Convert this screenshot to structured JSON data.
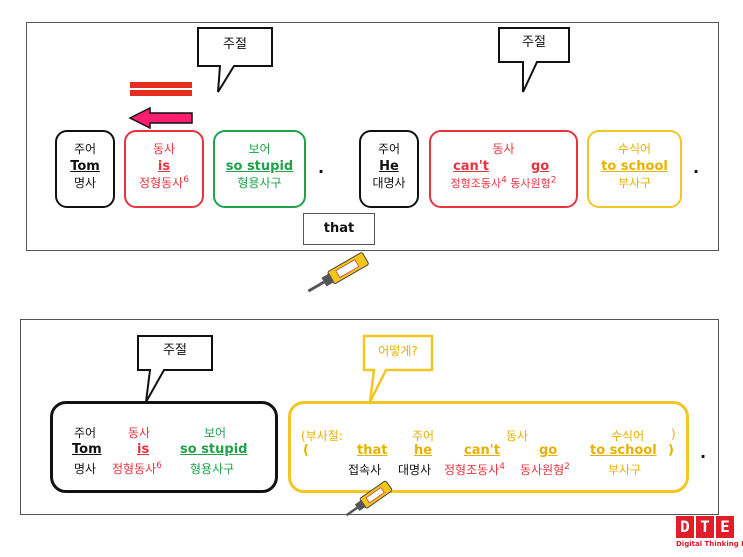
{
  "top": {
    "bubble_left": "주절",
    "bubble_right": "주절",
    "boxes": [
      {
        "role": "주어",
        "word": "Tom",
        "pos": "명사"
      },
      {
        "role": "동사",
        "word": "is",
        "pos": "정형동사",
        "sup": "6"
      },
      {
        "role": "보어",
        "word": "so stupid",
        "pos": "형용사구"
      },
      {
        "role": "주어",
        "word": "He",
        "pos": "대명사"
      },
      {
        "role": "동사",
        "word_a": "can't",
        "word_b": "go",
        "pos_a": "정형조동사",
        "sup_a": "4",
        "pos_b": "동사원형",
        "sup_b": "2"
      },
      {
        "role": "수식어",
        "word": "to school",
        "pos": "부사구"
      }
    ],
    "period": ".",
    "glue_word": "that"
  },
  "bottom": {
    "bubble_left": "주절",
    "bubble_right": "어떻게?",
    "left": {
      "roles": [
        "주어",
        "동사",
        "보어"
      ],
      "words": [
        "Tom",
        "is",
        "so stupid"
      ],
      "pos": [
        "명사",
        "정형동사",
        "형용사구"
      ],
      "pos_sup": "6"
    },
    "right": {
      "clause_label": "(부사절:",
      "close_paren": ")",
      "roles": [
        "주어",
        "동사",
        "수식어"
      ],
      "open_paren": "(",
      "words": [
        "that",
        "he",
        "can't",
        "go",
        "to school"
      ],
      "close_paren2": ")",
      "pos": [
        "접속사",
        "대명사",
        "정형조동사",
        "동사원형",
        "부사구"
      ],
      "sup_a": "4",
      "sup_b": "2"
    },
    "period": "."
  },
  "logo": {
    "letters": [
      "D",
      "T",
      "E"
    ],
    "caption": "Digital Thinking English"
  },
  "colors": {
    "black": "#111111",
    "red": "#e8333f",
    "green": "#1fa24a",
    "yellow": "#e7b100",
    "arrow": "#ff1f6e"
  }
}
